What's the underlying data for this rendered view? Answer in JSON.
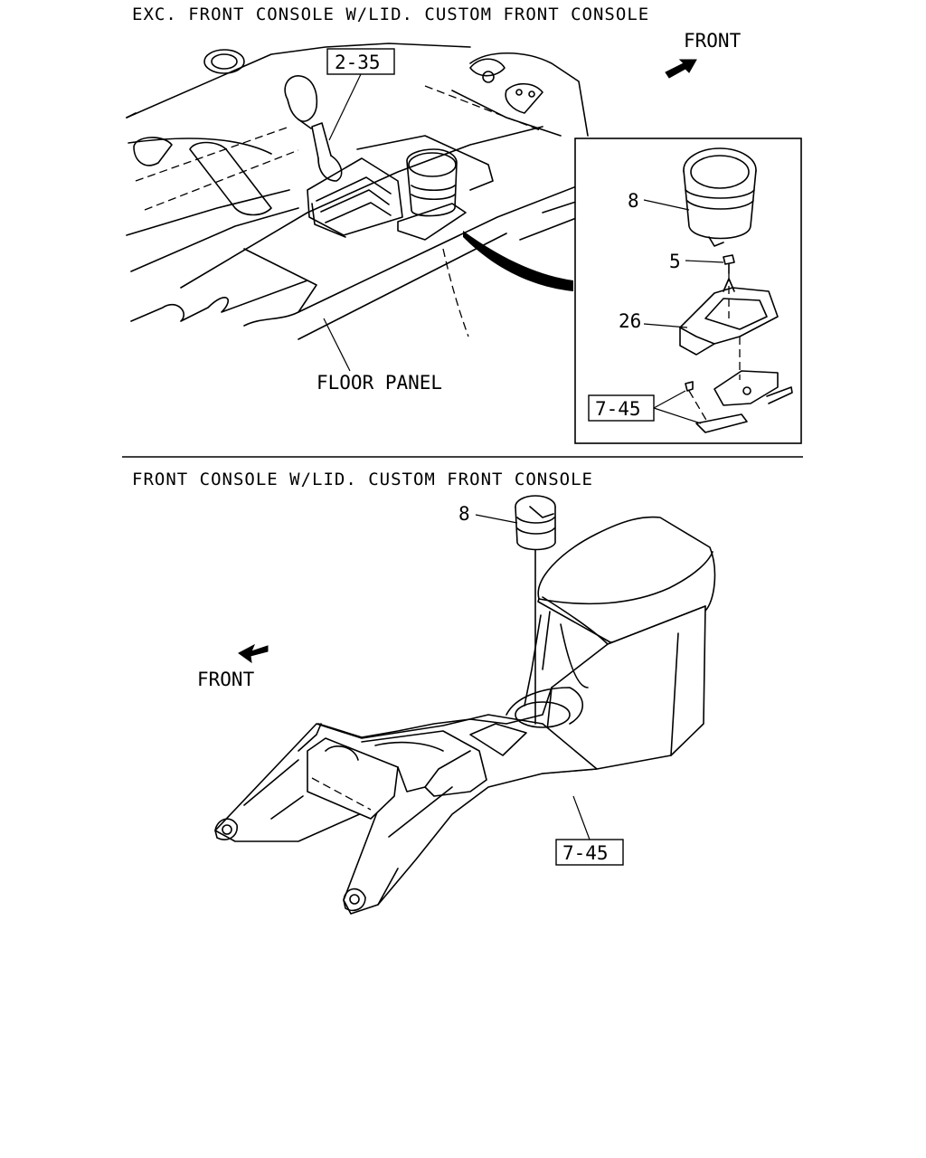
{
  "sections": [
    {
      "title": "EXC. FRONT CONSOLE W/LID. CUSTOM FRONT CONSOLE",
      "front_label": "FRONT",
      "floor_panel_label": "FLOOR PANEL",
      "callout_shift": "2-35",
      "detail": {
        "callouts": [
          "8",
          "5",
          "26"
        ],
        "console_ref": "7-45"
      }
    },
    {
      "title": "FRONT CONSOLE W/LID. CUSTOM FRONT CONSOLE",
      "front_label": "FRONT",
      "callout_cup": "8",
      "console_ref": "7-45"
    }
  ]
}
